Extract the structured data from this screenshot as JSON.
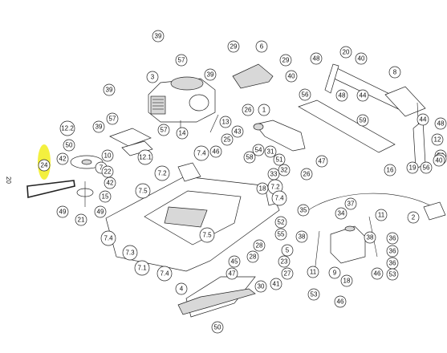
{
  "page_number": "20",
  "highlight_color": "#f2ee2a",
  "callouts": {
    "c39a": "39",
    "c57a": "57",
    "c3": "3",
    "c39b": "39",
    "c57b": "57",
    "c57c": "57",
    "c39c": "39",
    "c39d": "39",
    "c122": "12.2",
    "c121": "12.1",
    "c29a": "29",
    "c6": "6",
    "c29b": "29",
    "c48a": "48",
    "c20": "20",
    "c40a": "40",
    "c8": "8",
    "c40b": "40",
    "c56a": "56",
    "c48b": "48",
    "c44a": "44",
    "c26a": "26",
    "c1": "1",
    "c13": "13",
    "c14": "14",
    "c43": "43",
    "c25": "25",
    "c46a": "46",
    "c54": "54",
    "c31": "31",
    "c58": "58",
    "c51": "51",
    "c33": "33",
    "c32": "32",
    "c26b": "26",
    "c50a": "50",
    "c10": "10",
    "c7": "7",
    "c22": "22",
    "c42a": "42",
    "c42b": "42",
    "c24": "24",
    "c15": "15",
    "c49a": "49",
    "c21": "21",
    "c49b": "49",
    "c74a": "7.4",
    "c72a": "7.2",
    "c75a": "7.5",
    "c74b": "7.4",
    "c73": "7.3",
    "c71": "7.1",
    "c74c": "7.4",
    "c18": "18",
    "c72b": "7.2",
    "c74d": "7.4",
    "c52": "52",
    "c75b": "7.5",
    "c28": "28",
    "c55": "55",
    "c5": "5",
    "c23": "23",
    "c28b": "28",
    "c27": "27",
    "c41": "41",
    "c45": "45",
    "c47a": "47",
    "c30": "30",
    "c4": "4",
    "c50b": "50",
    "c59": "59",
    "c47b": "47",
    "c16": "16",
    "c44b": "44",
    "c48c": "48",
    "c12": "12",
    "c56b": "56",
    "c40c": "40",
    "c19": "19",
    "c56c": "56",
    "c40d": "40",
    "c35": "35",
    "c37": "37",
    "c34": "34",
    "c11": "11",
    "c38a": "38",
    "c38b": "38",
    "c9": "9",
    "c18b": "18",
    "c36a": "36",
    "c36b": "36",
    "c36c": "36",
    "c46b": "46",
    "c53a": "53",
    "c11b": "11",
    "c53b": "53",
    "c46c": "46",
    "c2": "2"
  },
  "icons": {
    "engine": "engine-icon",
    "deck": "mower-deck-icon",
    "belt": "drive-belt-icon",
    "blade": "blade-icon",
    "tank": "fuel-tank-icon",
    "pulley": "pulley-icon"
  }
}
